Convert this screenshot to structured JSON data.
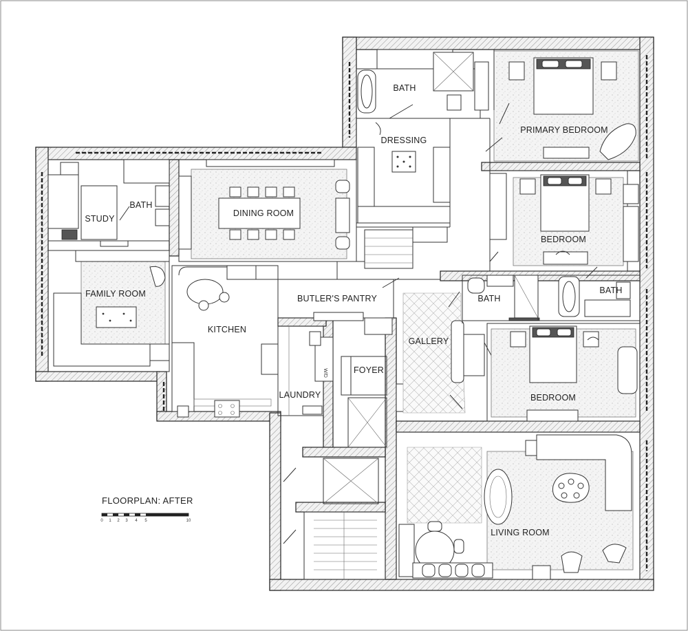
{
  "plan": {
    "title": "FLOORPLAN: AFTER",
    "scale_ticks": [
      "0",
      "1",
      "2",
      "3",
      "4",
      "5",
      "10"
    ],
    "washer_dryer": "W/D",
    "rooms": [
      {
        "id": "bath-top",
        "label": "BATH"
      },
      {
        "id": "primary-bedroom",
        "label": "PRIMARY BEDROOM"
      },
      {
        "id": "dressing",
        "label": "DRESSING"
      },
      {
        "id": "study",
        "label": "STUDY"
      },
      {
        "id": "bath-study",
        "label": "BATH"
      },
      {
        "id": "dining-room",
        "label": "DINING ROOM"
      },
      {
        "id": "bedroom-1",
        "label": "BEDROOM"
      },
      {
        "id": "family-room",
        "label": "FAMILY ROOM"
      },
      {
        "id": "butlers-pantry",
        "label": "BUTLER'S PANTRY"
      },
      {
        "id": "bath-center",
        "label": "BATH"
      },
      {
        "id": "bath-right",
        "label": "BATH"
      },
      {
        "id": "kitchen",
        "label": "KITCHEN"
      },
      {
        "id": "gallery",
        "label": "GALLERY"
      },
      {
        "id": "foyer",
        "label": "FOYER"
      },
      {
        "id": "bedroom-2",
        "label": "BEDROOM"
      },
      {
        "id": "laundry",
        "label": "LAUNDRY"
      },
      {
        "id": "living-room",
        "label": "LIVING ROOM"
      }
    ]
  }
}
